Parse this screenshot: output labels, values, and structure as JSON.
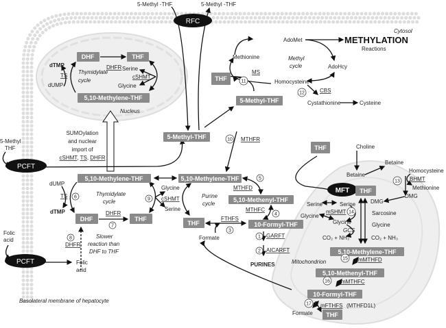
{
  "colors": {
    "box": "#8a8a8a",
    "transporter": "#111111",
    "membrane": "#dddddd",
    "organelle": "#efefef"
  },
  "boxes": {
    "nuc_dhf": "DHF",
    "nuc_thf": "THF",
    "nuc_methylene": "5,10-Methylene-THF",
    "methyl_thf_mid": "5-Methyl-THF",
    "thf_ms": "THF",
    "methyl_thf_right": "5-Methyl-THF",
    "methylene_left": "5,10-Methylene-THF",
    "methylene_mid": "5,10-Methylene-THF",
    "methenyl": "5,10-Methenyl-THF",
    "formyl": "10-Formyl-THF",
    "dhf": "DHF",
    "thf_thy": "THF",
    "thf_purine": "THF",
    "thf_top_right": "THF",
    "mito_thf": "THF",
    "mito_methylene": "5,10-Methylene-THF",
    "mito_methenyl": "5,10-Methenyl-THF",
    "mito_formyl": "10-Formyl-THF",
    "mito_thf_bottom": "THF"
  },
  "transporters": {
    "rfc": "RFC",
    "pcft_top": "PCFT",
    "pcft_bottom": "PCFT",
    "mft": "MFT"
  },
  "labels": {
    "methyl_thf_in": "5-Methyl -THF",
    "methyl_thf_out": "5-Methyl -THF",
    "cytosol": "Cytosol",
    "nucleus": "Nucleus",
    "mitochondrion": "Mitochondrion",
    "basolateral": "Basolateral membrane of hepatocyte",
    "nuc_dtmp": "dTMP",
    "nuc_dump": "dUMP",
    "nuc_thy_1": "Thymidylate",
    "nuc_thy_2": "cycle",
    "nuc_serine": "Serine",
    "nuc_glycine": "Glycine",
    "sumo_1": "SUMOylation",
    "sumo_2": "and nuclear",
    "sumo_3": "import of",
    "methyl_thf_pcft_1": "5-Methyl",
    "methyl_thf_pcft_2": "THF",
    "adomet": "AdoMet",
    "methylation": "METHYLATION",
    "reactions": "Reactions",
    "methionine": "Methionine",
    "methyl_cycle_1": "Methyl",
    "methyl_cycle_2": "cycle",
    "adohcy": "AdoHcy",
    "homocysteine": "Homocysteine",
    "cystathionine": "Cystathionine",
    "cysteine": "Cysteine",
    "choline": "Choline",
    "dump": "dUMP",
    "dtmp": "dTMP",
    "thy_1": "Thymidylate",
    "thy_2": "cycle",
    "glycine": "Glycine",
    "serine": "Serine",
    "purine_1": "Purine",
    "purine_2": "cycle",
    "formate": "Formate",
    "slower_1": "Slower",
    "slower_2": "reaction than",
    "slower_3": "DHF to THF",
    "folic_left_1": "Folic",
    "folic_left_2": "acid",
    "folic_1": "Folic",
    "folic_2": "acid",
    "purines": "PURINES",
    "betaine_in": "Betaine",
    "betaine_out": "Betaine",
    "homocysteine_r": "Homocysteine",
    "methionine_r": "Methionine",
    "dmg_out": "DMG",
    "m_serine_out": "Serine",
    "m_serine": "Serine",
    "m_glycine_out": "Glycine",
    "m_glycine": "Glycine",
    "m_dmg": "DMG",
    "sarcosine": "Sarcosine",
    "m_glycine_r": "Glycine",
    "gcs": "GCS",
    "co2_left": "CO₂ + NH₃",
    "co2_right": "CO₂ + NH₃",
    "m_formate": "Formate",
    "mthfd1l": "(MTHFD1L)"
  },
  "enzymes": {
    "nuc_ts": "TS",
    "nuc_dhfr": "DHFR",
    "nuc_cshmt": "cSHMT",
    "sumo_cshmt": "cSHMT",
    "sumo_ts": "TS",
    "sumo_dhfr": "DHFR",
    "ms": "MS",
    "cbs": "CBS",
    "mthfr": "MTHFR",
    "ts": "TS",
    "cshmt": "cSHMT",
    "mthfd": "MTHFD",
    "mthfc": "MTHFC",
    "fthfs": "FTHFS",
    "dhfr7": "DHFR",
    "dhfr8": "DHFR",
    "garft": "GARFT",
    "aicarft": "AICARFT",
    "bhmt": "BHMT",
    "mshmt": "mSHMT",
    "mmthfd": "mMTHFD",
    "mmthfc": "mMTHFC",
    "mfthfs": "mFTHFS"
  },
  "steps": [
    "1",
    "2",
    "3",
    "4",
    "5",
    "6",
    "7",
    "8",
    "9",
    "10",
    "11",
    "12",
    "13",
    "14",
    "15",
    "16",
    "17"
  ]
}
